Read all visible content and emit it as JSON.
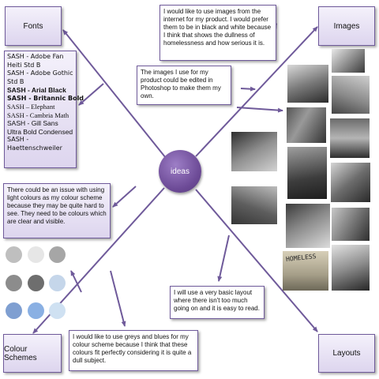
{
  "hub": {
    "label": "ideas"
  },
  "titles": {
    "fonts": "Fonts",
    "images": "Images",
    "colour_schemes": "Colour Schemes",
    "layouts": "Layouts"
  },
  "fonts_list": [
    "SASH - Adobe Fan Heiti Std B",
    "SASH - Adobe Gothic Std B",
    "SASH - Arial Black",
    "SASH - Britannic Bold",
    "SASH – Elephant",
    "SASH - Cambria Math",
    "SASH - Gill Sans Ultra Bold Condensed",
    "SASH - Haettenschweiler"
  ],
  "notes": {
    "images_internet": "I would like to use images from the internet for my product. I would prefer them to be in black and white because I think that shows the dullness of homelessness and how serious it is.",
    "images_photoshop": "The images I use for my product could be edited in Photoshop to make them my own.",
    "colours_issue": "There could be an issue with using light colours as my colour scheme because they may be quite hard to see. They need to be colours which are clear and visible.",
    "layout_basic": "I will use a very basic layout where there isn't too much going on and it is easy to read.",
    "colours_greys_blues": "I would like to use greys and blues for my colour scheme because I think that these colours fit perfectly considering it is quite a dull subject."
  },
  "swatches": [
    "#bfbfbf",
    "#e6e6e6",
    "#a6a6a6",
    "#8c8c8c",
    "#6e6e6e",
    "#c5d6ea",
    "#7f9fd1",
    "#8ab0e3",
    "#cfe1f2"
  ],
  "photo_sign_text": "HOMELESS",
  "colors": {
    "accent": "#6f5a9a",
    "hub": "#6c4a96",
    "panel": "#e6dff2"
  }
}
